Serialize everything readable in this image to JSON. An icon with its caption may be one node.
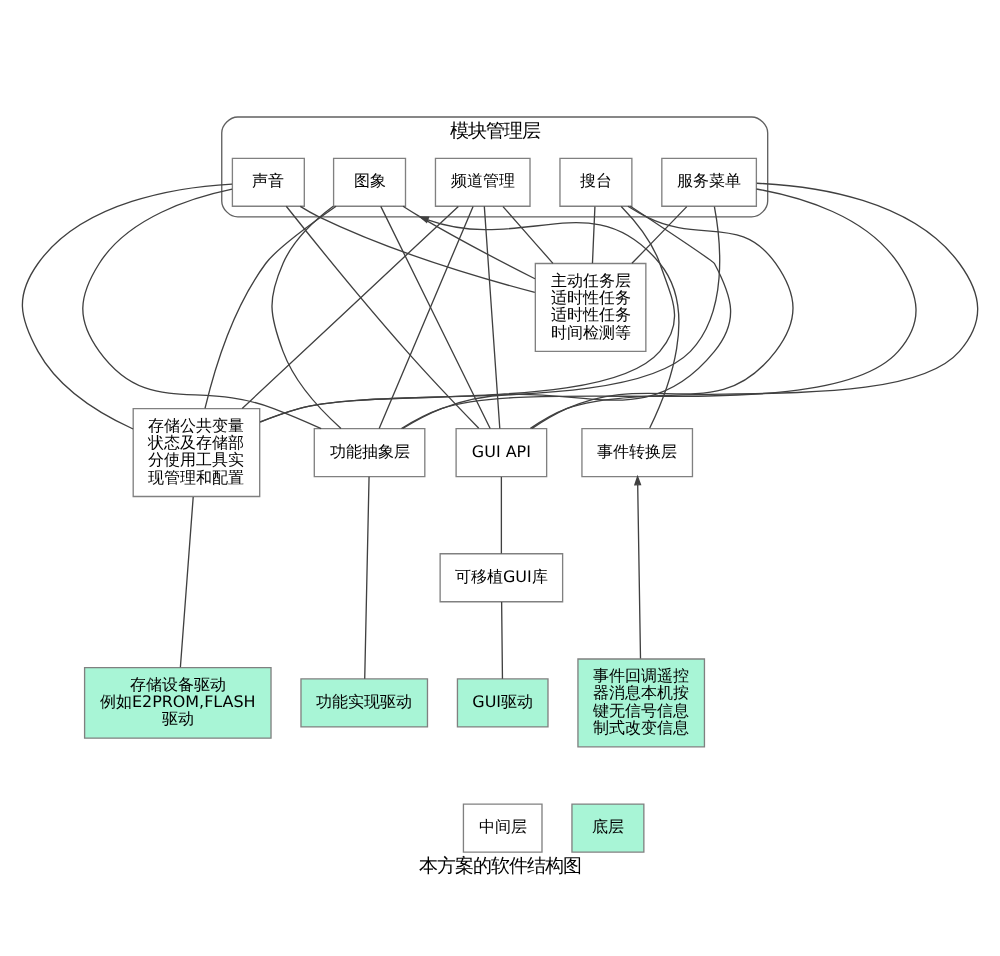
{
  "diagram": {
    "caption": "本方案的软件结构图",
    "nodes": [
      {
        "text": [
          "模块管理层"
        ]
      },
      {
        "text": [
          "图象"
        ],
        "in": 0
      },
      {
        "text": [
          "声音"
        ],
        "in": 0
      },
      {
        "text": [
          "搜台"
        ],
        "in": 0
      },
      {
        "text": [
          "频道管理"
        ],
        "in": 0
      },
      {
        "text": [
          "服务菜单"
        ],
        "in": 0
      },
      {
        "text": [
          "主动任务层适时性任务适时性任务时间检测等"
        ]
      },
      {
        "text": [
          "事件转换层"
        ]
      },
      {
        "text": [
          "功能抽象层"
        ]
      },
      {
        "text": [
          "存储公共变量状态及存储部分使用工具实现管理和配置"
        ]
      },
      {
        "text": [
          "GUI API"
        ]
      },
      {
        "text": [
          "可移植GUI库"
        ]
      },
      {
        "text": [
          "事件回调遥控器消息本机按键无信号信息制式改变信息"
        ]
      },
      {
        "text": [
          "功能实现驱动"
        ]
      },
      {
        "text": [
          "存储设备驱动例如E2PROM,FLASH驱动"
        ]
      },
      {
        "text": [
          "GUI驱动"
        ]
      }
    ],
    "edges": [
      {
        "from": 1,
        "to": 6,
        "arrow": "none"
      },
      {
        "from": 1,
        "to": 8,
        "arrow": "none"
      },
      {
        "from": 1,
        "to": 9,
        "arrow": "none"
      },
      {
        "from": 1,
        "to": 10,
        "arrow": "none"
      },
      {
        "from": 2,
        "to": 6,
        "arrow": "none"
      },
      {
        "from": 2,
        "to": 8,
        "arrow": "none"
      },
      {
        "from": 2,
        "to": 9,
        "arrow": "none"
      },
      {
        "from": 2,
        "to": 10,
        "arrow": "none"
      },
      {
        "from": 3,
        "to": 6,
        "arrow": "none"
      },
      {
        "from": 3,
        "to": 8,
        "arrow": "none"
      },
      {
        "from": 3,
        "to": 9,
        "arrow": "none"
      },
      {
        "from": 3,
        "to": 10,
        "arrow": "none"
      },
      {
        "from": 4,
        "to": 6,
        "arrow": "none"
      },
      {
        "from": 4,
        "to": 8,
        "arrow": "none"
      },
      {
        "from": 4,
        "to": 9,
        "arrow": "none"
      },
      {
        "from": 4,
        "to": 10,
        "arrow": "none"
      },
      {
        "from": 5,
        "to": 6,
        "arrow": "none"
      },
      {
        "from": 5,
        "to": 8,
        "arrow": "none"
      },
      {
        "from": 5,
        "to": 9,
        "arrow": "none"
      },
      {
        "from": 5,
        "to": 10,
        "arrow": "none"
      },
      {
        "from": 7,
        "to": 0,
        "arrow": "to"
      },
      {
        "from": 12,
        "to": 7,
        "arrow": "to"
      },
      {
        "from": 8,
        "to": 13,
        "arrow": "none"
      },
      {
        "from": 9,
        "to": 14,
        "arrow": "none"
      },
      {
        "from": 10,
        "to": 11,
        "arrow": "none"
      },
      {
        "from": 11,
        "to": 15,
        "arrow": "none"
      }
    ],
    "legend": [
      {
        "text": "中间层",
        "color": "#ffffff"
      },
      {
        "text": "底层",
        "color": "#a8f5d6"
      }
    ]
  }
}
